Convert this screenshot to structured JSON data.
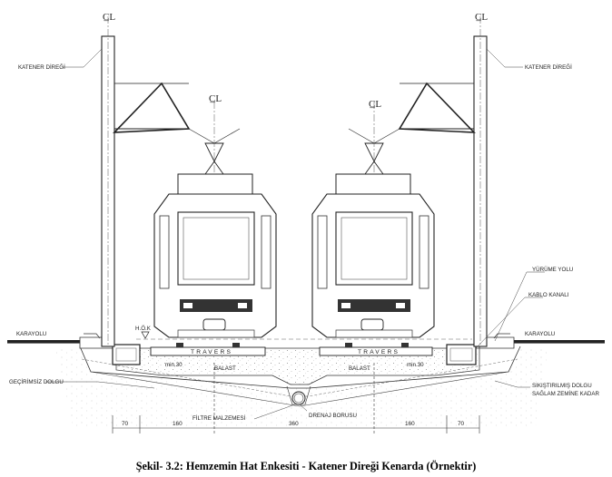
{
  "figure": {
    "caption": "Şekil- 3.2: Hemzemin Hat Enkesiti - Katener Direği Kenarda (Örnektir)",
    "centerline_symbol": "C̲L",
    "labels": {
      "katener_left": "KATENER DİREĞİ",
      "katener_right": "KATENER DİREĞİ",
      "karayolu_left": "KARAYOLU",
      "karayolu_right": "KARAYOLU",
      "yurume_yolu": "YÜRÜME YOLU",
      "kablo_kanali": "KABLO KANALI",
      "hok": "H.Ö.K",
      "travers_left": "TRAVERS",
      "travers_right": "TRAVERS",
      "balast_left": "BALAST",
      "balast_right": "BALAST",
      "min30_left": "min.30",
      "min30_right": "min.30",
      "gecirimsiz": "GEÇİRİMSİZ DOLGU",
      "filtre": "FİLTRE MALZEMESİ",
      "drenaj": "DRENAJ BORUSU",
      "sikistirilmis_1": "SIKIŞTIRILMIŞ DOLGU",
      "sikistirilmis_2": "SAĞLAM ZEMİNE KADAR"
    },
    "dimensions": [
      "70",
      "160",
      "360",
      "160",
      "70"
    ]
  }
}
